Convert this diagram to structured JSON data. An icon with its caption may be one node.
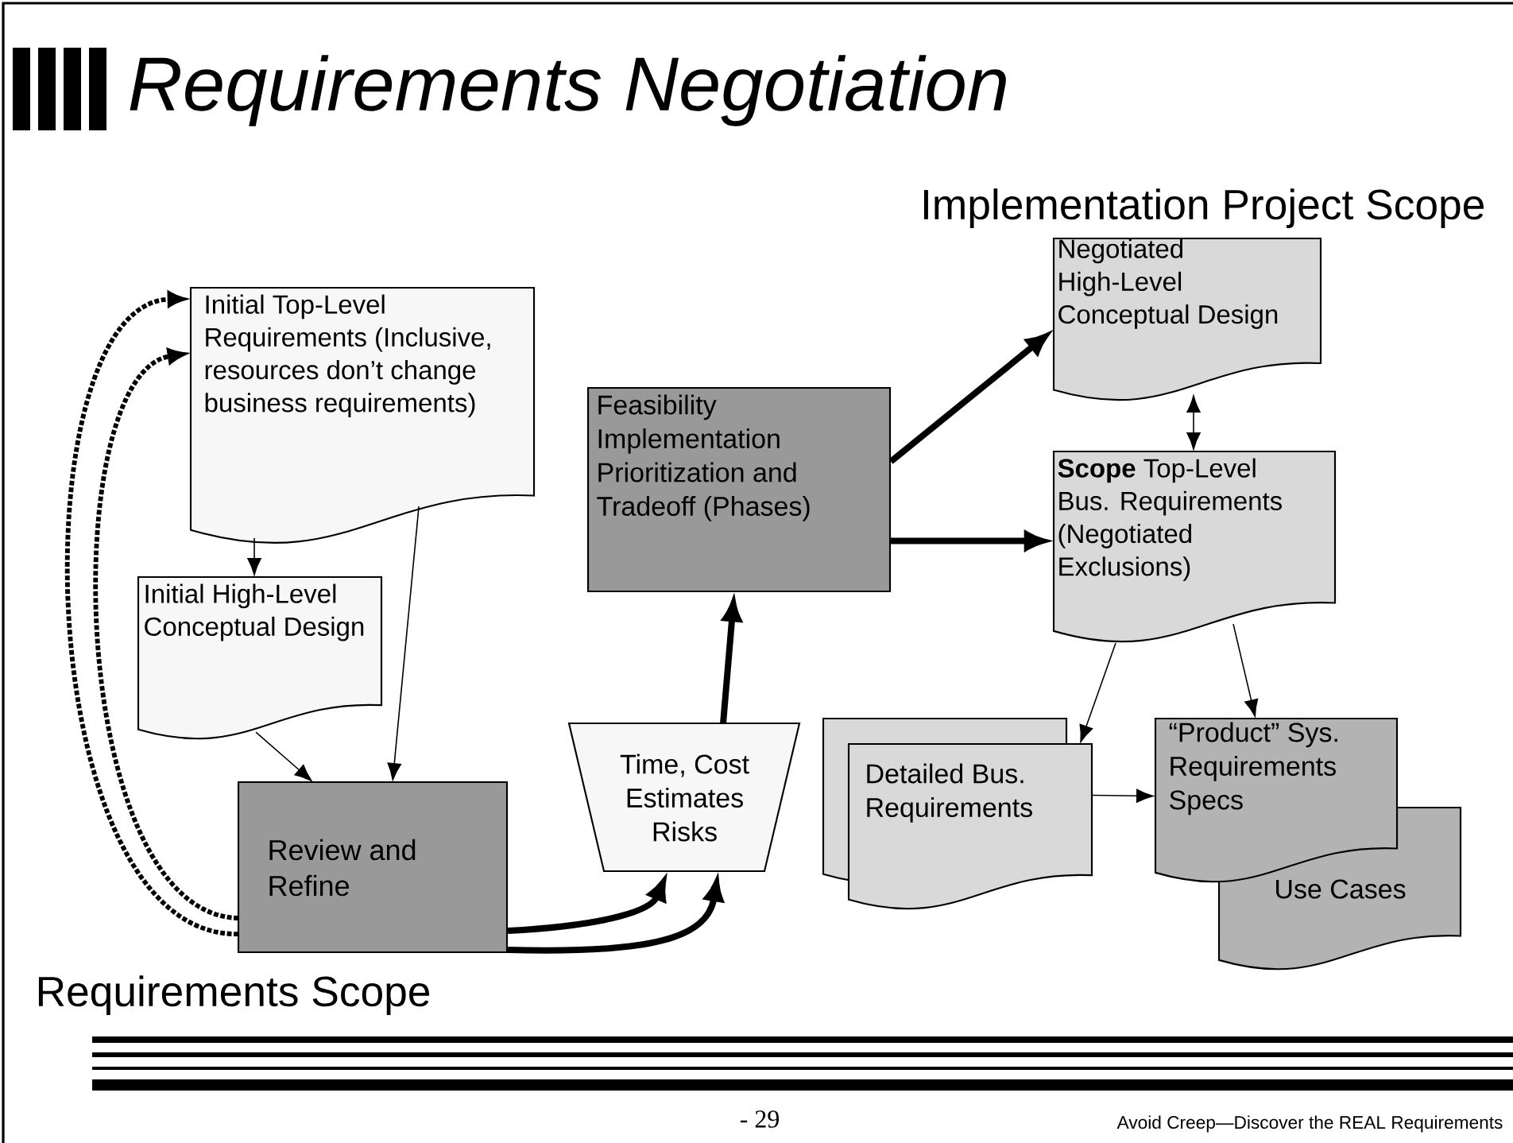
{
  "diagram": {
    "title": "Requirements Negotiation",
    "nodes": [
      {
        "text": [
          "Initial Top-Level Requirements (Inclusive, resources don’t change business requirements)"
        ]
      },
      {
        "text": [
          "Initial High-Level Conceptual Design"
        ]
      },
      {
        "text": [
          "Review and Refine"
        ]
      },
      {
        "text": [
          "Time, Cost Estimates Risks"
        ]
      },
      {
        "text": [
          "Feasibility Implementation Prioritization and Tradeoff (Phases)"
        ]
      },
      {
        "text": [
          "Negotiated High-Level Conceptual Design"
        ]
      },
      {
        "text": [
          "**Scope** Top-Level Bus. Requirements (Negotiated Exclusions)"
        ]
      },
      {
        "text": [
          "Detailed Bus. Requirements"
        ]
      },
      {
        "text": [
          "“Product” Sys. Requirements Specs"
        ]
      },
      {
        "text": [
          "Use Cases"
        ]
      }
    ],
    "edges": [
      {
        "from": 2,
        "to": 0,
        "arrow": "to",
        "style": "dashed"
      },
      {
        "from": 2,
        "to": 0,
        "arrow": "to",
        "style": "dashed"
      },
      {
        "from": 0,
        "to": 1,
        "arrow": "to"
      },
      {
        "from": 0,
        "to": 2,
        "arrow": "to"
      },
      {
        "from": 1,
        "to": 2,
        "arrow": "to"
      },
      {
        "from": 2,
        "to": 3,
        "arrow": "to",
        "style": "thick"
      },
      {
        "from": 2,
        "to": 3,
        "arrow": "to",
        "style": "thick"
      },
      {
        "from": 3,
        "to": 4,
        "arrow": "to",
        "style": "thick"
      },
      {
        "from": 4,
        "to": 5,
        "arrow": "to",
        "style": "thick"
      },
      {
        "from": 4,
        "to": 6,
        "arrow": "to",
        "style": "thick"
      },
      {
        "from": 5,
        "to": 6,
        "arrow": "both"
      },
      {
        "from": 6,
        "to": 7,
        "arrow": "to"
      },
      {
        "from": 6,
        "to": 8,
        "arrow": "to"
      },
      {
        "from": 7,
        "to": 8,
        "arrow": "to"
      }
    ],
    "labels": [
      "Implementation Project Scope",
      "Requirements Scope",
      "- 29",
      "Avoid Creep—Discover the REAL Requirements"
    ]
  }
}
